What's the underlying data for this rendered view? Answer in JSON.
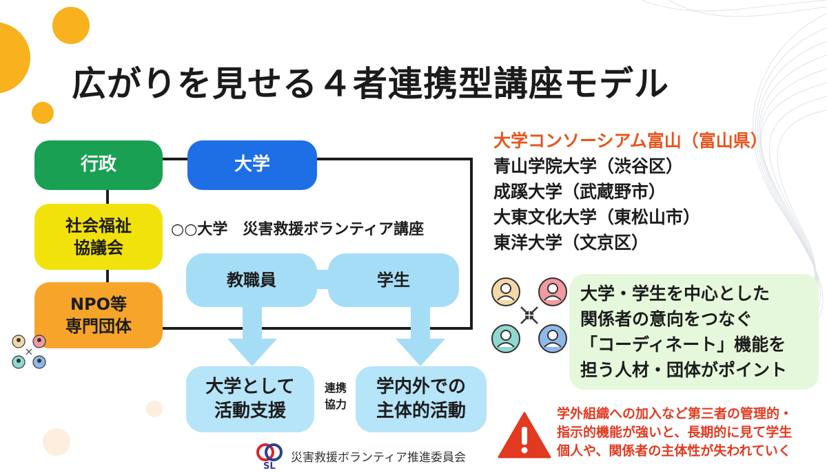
{
  "title": "広がりを見せる４者連携型講座モデル",
  "boxes": {
    "gyosei": "行政",
    "daigaku": "大学",
    "shakyo_line1": "社会福祉",
    "shakyo_line2": "協議会",
    "npo_line1": "NPO等",
    "npo_line2": "専門団体",
    "staff": "教職員",
    "student": "学生",
    "support_line1": "大学として",
    "support_line2": "活動支援",
    "activity_line1": "学内外での",
    "activity_line2": "主体的活動"
  },
  "course_name": "○○大学　災害救援ボランティア講座",
  "link_line1": "連携",
  "link_line2": "協力",
  "universities": {
    "consortium": "大学コンソーシアム富山（富山県）",
    "items": [
      "青山学院大学（渋谷区）",
      "成蹊大学（武蔵野市）",
      "大東文化大学（東松山市）",
      "東洋大学（文京区）"
    ]
  },
  "point": {
    "lines": [
      "大学・学生を中心とした",
      "関係者の意向をつなぐ",
      "「コーディネート」機能を",
      "担う人材・団体がポイント"
    ]
  },
  "warning": {
    "lines": [
      "学外組織への加入など第三者の管理的・",
      "指示的機能が強いと、長期的に見て学生",
      "個人や、関係者の主体性が失われていく"
    ]
  },
  "footer": {
    "logo_text": "SL",
    "org": "災害救援ボランティア推進委員会"
  },
  "colors": {
    "green": "#1aa053",
    "blue": "#1e6fe6",
    "yellow": "#f2e20c",
    "orange": "#f6a52a",
    "light_blue": "#a6ddf6",
    "accent_orange": "#e8541e",
    "warning_red": "#e23a21",
    "point_bg": "#e6f8dc"
  },
  "icons": [
    "people-network-icon",
    "warning-icon",
    "organization-logo"
  ]
}
